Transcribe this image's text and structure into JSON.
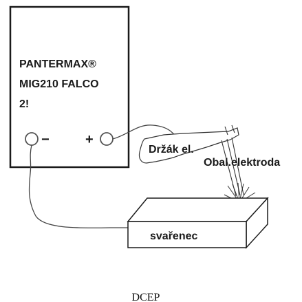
{
  "machine": {
    "line1": "PANTERMAX®",
    "line2": "MIG210 FALCO",
    "line3": "2!",
    "minus_sign": "−",
    "plus_sign": "+"
  },
  "labels": {
    "holder": "Držák el.",
    "electrode": "Obal.elektroda",
    "workpiece": "svařenec"
  },
  "caption": "DCEP",
  "colors": {
    "stroke": "#1a1a1a",
    "background": "#ffffff"
  }
}
